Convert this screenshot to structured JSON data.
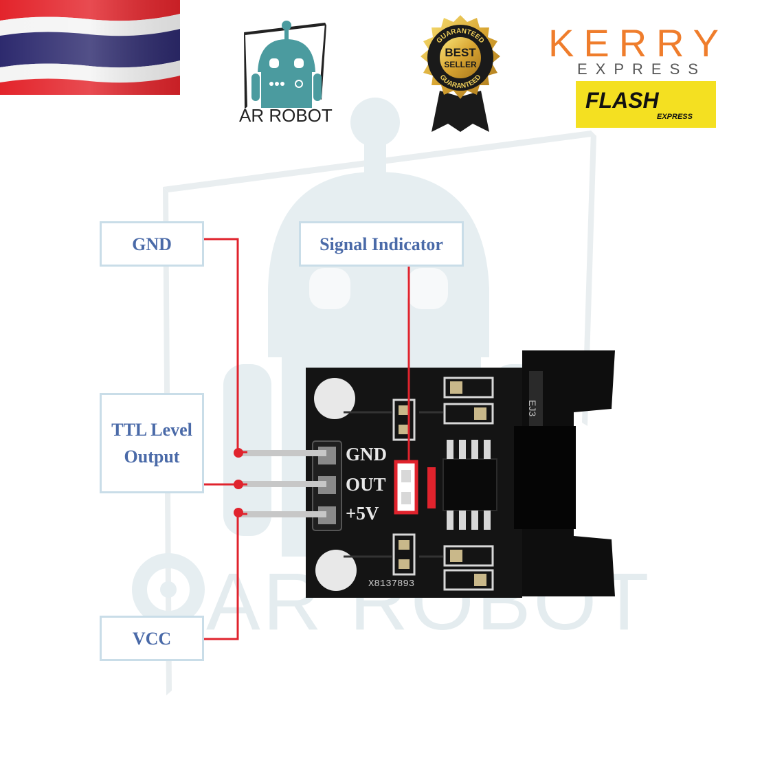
{
  "header": {
    "brand_name": "AR ROBOT",
    "badge_top": "GUARANTEED",
    "badge_main_1": "BEST",
    "badge_main_2": "SELLER",
    "badge_bottom": "GUARANTEED",
    "kerry_name": "KERRY",
    "kerry_sub": "EXPRESS",
    "flash_name": "FLASH",
    "flash_sub": "EXPRESS"
  },
  "diagram": {
    "labels": {
      "gnd": "GND",
      "ttl_line1": "TTL Level",
      "ttl_line2": "Output",
      "vcc": "VCC",
      "signal": "Signal Indicator"
    },
    "pins": [
      "GND",
      "OUT",
      "+5V"
    ],
    "board_code": "X8137893"
  },
  "watermark": {
    "text": "AR ROBOT"
  },
  "colors": {
    "wire": "#e0232d",
    "label_text": "#4a6aa8",
    "label_border": "#c9dde8",
    "board": "#141414",
    "kerry": "#ef7d2c",
    "flash_bg": "#f4e021",
    "robot_teal": "#4b9b9f",
    "watermark": "#e4ecef"
  }
}
